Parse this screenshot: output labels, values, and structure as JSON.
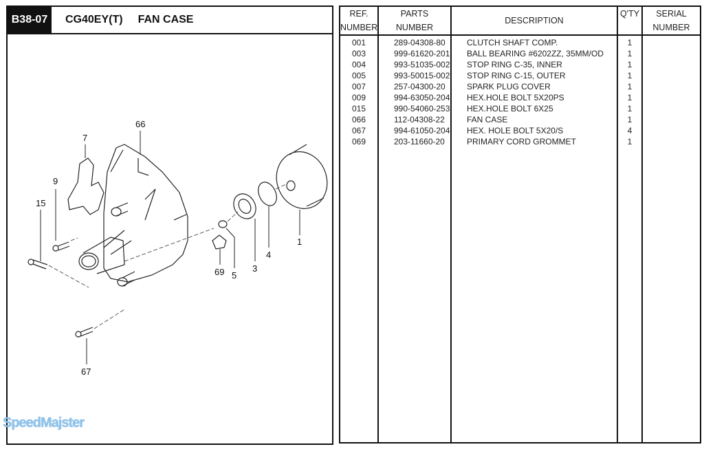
{
  "header": {
    "page_code": "B38-07",
    "model": "CG40EY(T)",
    "section_title": "FAN CASE"
  },
  "diagram": {
    "callouts": [
      "66",
      "7",
      "9",
      "15",
      "67",
      "69",
      "5",
      "3",
      "4",
      "1"
    ]
  },
  "table": {
    "columns": {
      "ref": [
        "REF.",
        "NUMBER"
      ],
      "parts": [
        "PARTS",
        "NUMBER"
      ],
      "description": "DESCRIPTION",
      "qty": "Q'TY",
      "serial": [
        "SERIAL",
        "NUMBER"
      ]
    },
    "rows": [
      {
        "ref": "001",
        "part": "289-04308-80",
        "desc": "CLUTCH SHAFT COMP.",
        "qty": "1",
        "serial": ""
      },
      {
        "ref": "003",
        "part": "999-61620-201",
        "desc": "BALL BEARING #6202ZZ, 35MM/OD",
        "qty": "1",
        "serial": ""
      },
      {
        "ref": "004",
        "part": "993-51035-002",
        "desc": "STOP RING C-35, INNER",
        "qty": "1",
        "serial": ""
      },
      {
        "ref": "005",
        "part": "993-50015-002",
        "desc": "STOP RING C-15, OUTER",
        "qty": "1",
        "serial": ""
      },
      {
        "ref": "007",
        "part": "257-04300-20",
        "desc": "SPARK PLUG COVER",
        "qty": "1",
        "serial": ""
      },
      {
        "ref": "009",
        "part": "994-63050-204",
        "desc": "HEX.HOLE BOLT 5X20PS",
        "qty": "1",
        "serial": ""
      },
      {
        "ref": "015",
        "part": "990-54060-253",
        "desc": "HEX.HOLE BOLT 6X25",
        "qty": "1",
        "serial": ""
      },
      {
        "ref": "066",
        "part": "112-04308-22",
        "desc": "FAN CASE",
        "qty": "1",
        "serial": ""
      },
      {
        "ref": "067",
        "part": "994-61050-204",
        "desc": "HEX. HOLE BOLT 5X20/S",
        "qty": "4",
        "serial": ""
      },
      {
        "ref": "069",
        "part": "203-11660-20",
        "desc": "PRIMARY CORD GROMMET",
        "qty": "1",
        "serial": ""
      }
    ]
  },
  "watermark": "SpeedMajster"
}
